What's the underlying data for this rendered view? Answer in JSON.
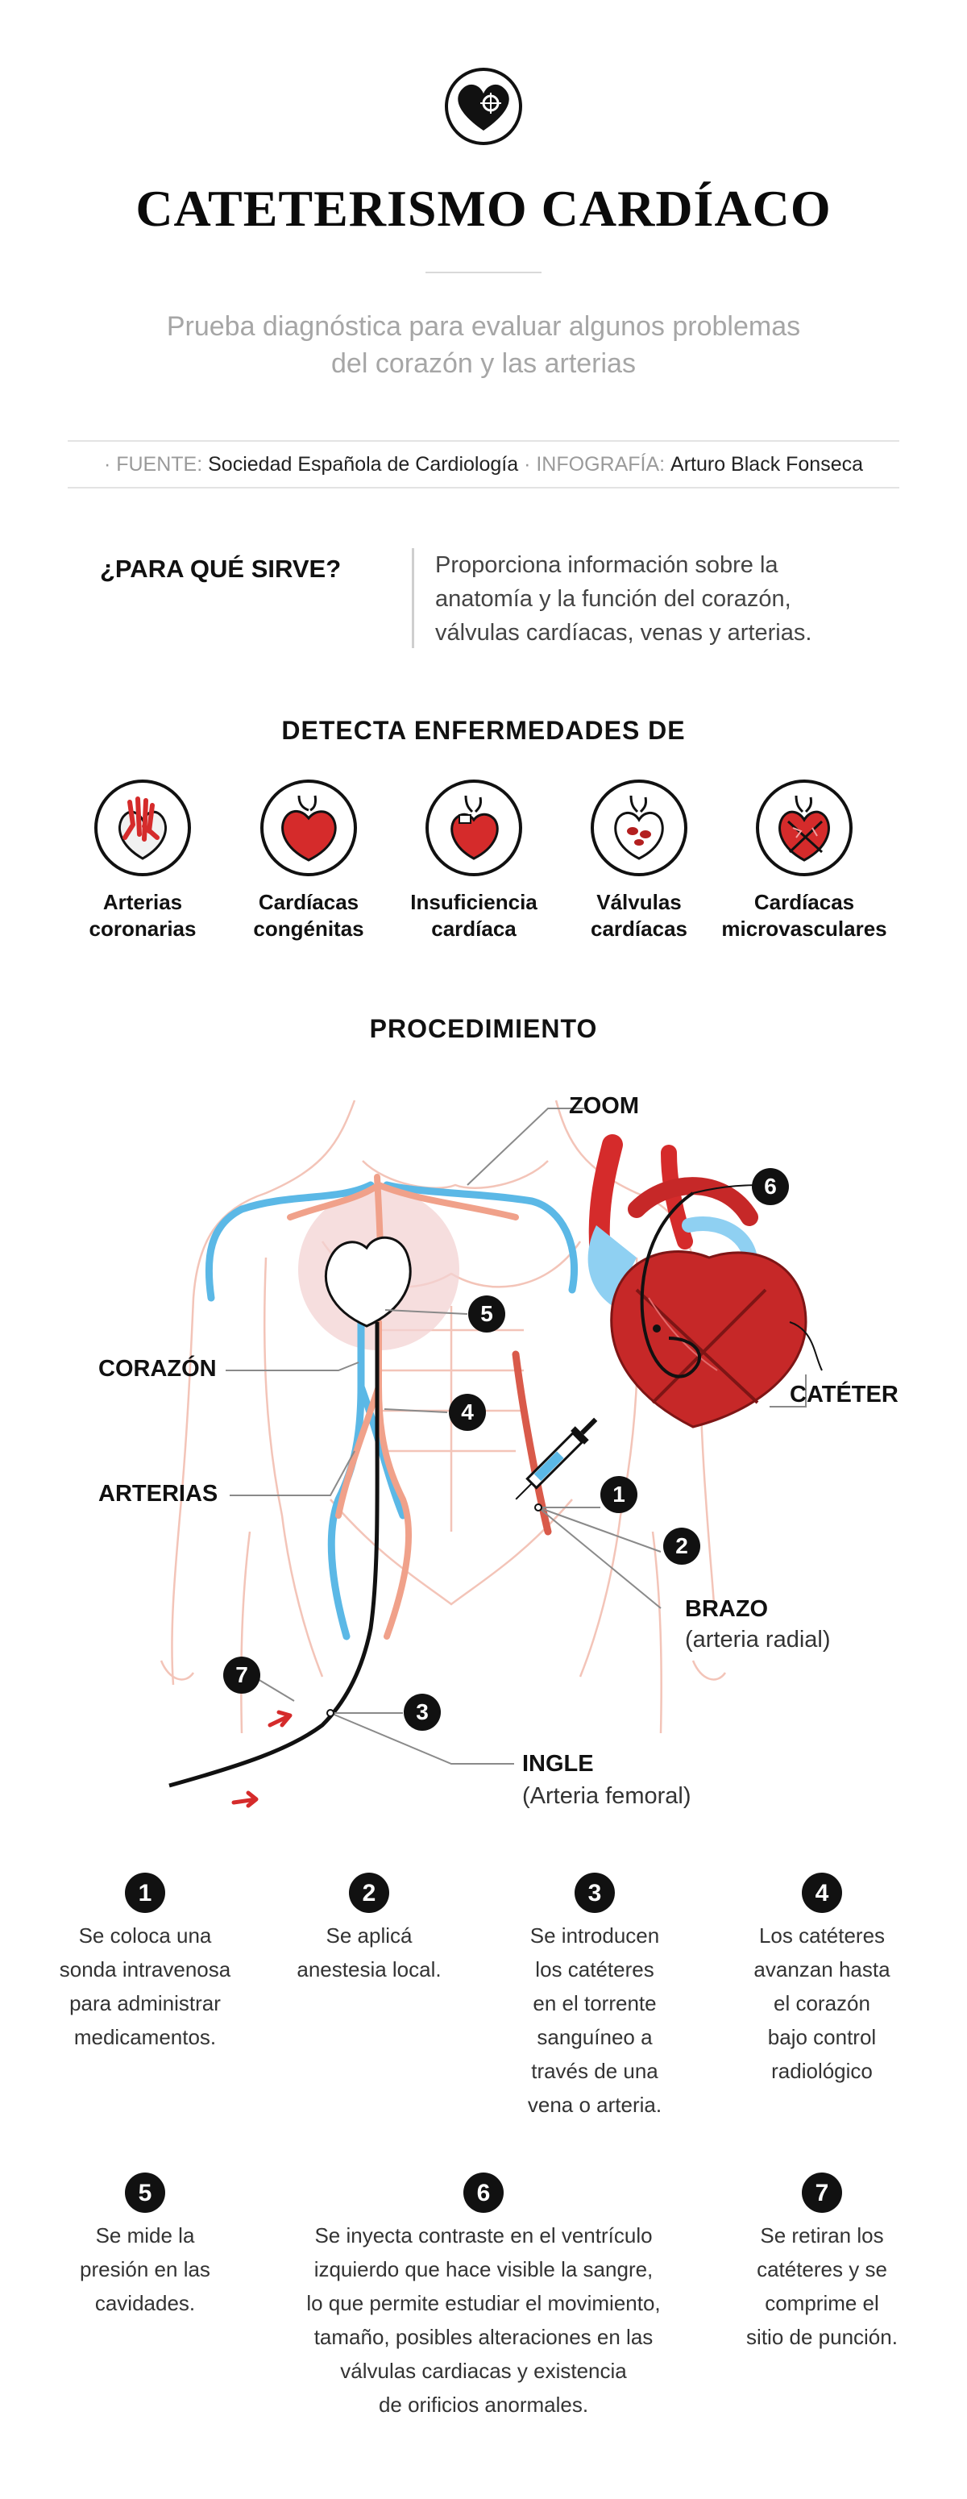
{
  "header": {
    "title": "CATETERISMO CARDÍACO",
    "subtitle_line1": "Prueba diagnóstica para evaluar algunos problemas",
    "subtitle_line2": "del corazón y las arterias",
    "source_label": "· FUENTE:",
    "source_value": "Sociedad Española de Cardiología",
    "infographic_label": "· INFOGRAFÍA:",
    "infographic_value": "Arturo Black Fonseca"
  },
  "purpose": {
    "question": "¿PARA QUÉ SIRVE?",
    "line1": "Proporciona información sobre la",
    "line2": "anatomía y la función del corazón,",
    "line3": "válvulas cardíacas, venas y arterias."
  },
  "diseases": {
    "title": "DETECTA ENFERMEDADES DE",
    "items": [
      {
        "line1": "Arterias",
        "line2": "coronarias"
      },
      {
        "line1": "Cardíacas",
        "line2": "congénitas"
      },
      {
        "line1": "Insuficiencia",
        "line2": "cardíaca"
      },
      {
        "line1": "Válvulas",
        "line2": "cardíacas"
      },
      {
        "line1": "Cardíacas",
        "line2": "microvasculares"
      }
    ]
  },
  "procedure": {
    "title": "PROCEDIMIENTO",
    "zoom": "ZOOM",
    "heart": "CORAZÓN",
    "arteries": "ARTERIAS",
    "catheter": "CATÉTER",
    "arm": "BRAZO",
    "arm_detail": "(arteria radial)",
    "groin": "INGLE",
    "groin_detail": "(Arteria femoral)",
    "markers": [
      "1",
      "2",
      "3",
      "4",
      "5",
      "6",
      "7"
    ]
  },
  "steps": [
    {
      "num": "1",
      "lines": [
        "Se coloca una",
        "sonda intravenosa",
        "para administrar",
        "medicamentos."
      ]
    },
    {
      "num": "2",
      "lines": [
        "Se aplicá",
        "anestesia local."
      ]
    },
    {
      "num": "3",
      "lines": [
        "Se introducen",
        "los catéteres",
        "en el torrente",
        "sanguíneo a",
        "través de una",
        "vena o arteria."
      ]
    },
    {
      "num": "4",
      "lines": [
        "Los catéteres",
        "avanzan hasta",
        "el corazón",
        "bajo control",
        "radiológico"
      ]
    },
    {
      "num": "5",
      "lines": [
        "Se mide la",
        "presión en las",
        "cavidades."
      ]
    },
    {
      "num": "6",
      "lines": [
        "Se inyecta contraste en el ventrículo",
        "izquierdo que hace visible la sangre,",
        "lo que permite estudiar el movimiento,",
        "tamaño, posibles alteraciones en las",
        "válvulas cardiacas y existencia",
        "de orificios anormales."
      ]
    },
    {
      "num": "7",
      "lines": [
        "Se retiran los",
        "catéteres y se",
        "comprime el",
        "sitio de punción."
      ]
    }
  ],
  "colors": {
    "red": "#d52b2b",
    "dark_red": "#b31f1f",
    "blue": "#5bb8e6",
    "black": "#111111",
    "grey": "#a6a6a6"
  }
}
